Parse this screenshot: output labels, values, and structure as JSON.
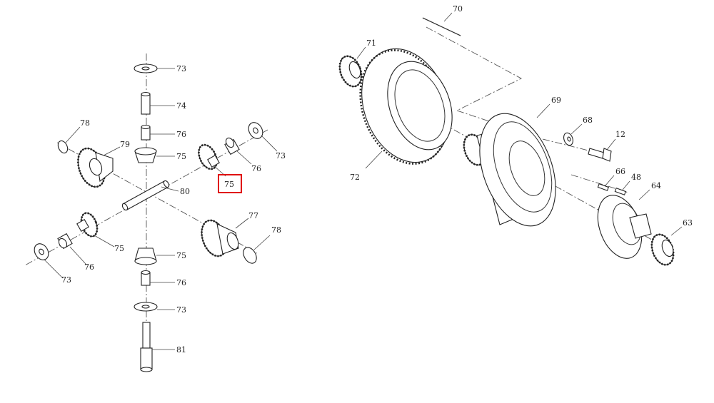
{
  "labels": {
    "left_top_washer": "73",
    "left_top_pin": "74",
    "left_top_bushing": "76",
    "left_top_gear": "75",
    "left_far_washer": "78",
    "left_far_gear": "79",
    "right_gear": "75",
    "right_gear_highlighted": "75",
    "right_bushing": "76",
    "right_washer": "73",
    "cross_shaft": "80",
    "near_gear": "77",
    "near_washer": "78",
    "left_gear": "75",
    "left_bushing": "76",
    "left_washer": "73",
    "bottom_gear": "75",
    "bottom_bushing": "76",
    "bottom_washer": "73",
    "bottom_shaft": "81",
    "long_bolt": "70",
    "small_bearing": "71",
    "ring_gear": "72",
    "housing": "69",
    "flat_washer": "68",
    "bolt": "12",
    "pin": "66",
    "small_bolt": "48",
    "cover": "64",
    "tapered_bearing": "63"
  },
  "colors": {
    "line": "#222222",
    "highlight": "#e01010",
    "background": "#ffffff"
  }
}
